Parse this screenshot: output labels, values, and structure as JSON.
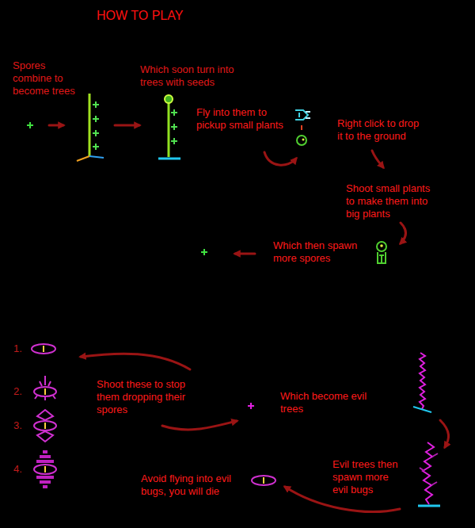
{
  "diagram": {
    "title": "HOW TO PLAY",
    "labels": [
      "Spores combine to become trees",
      "Which soon turn into trees with seeds",
      "Fly into them to pickup small plants",
      "Right click to drop it to the ground",
      "Shoot small plants to make them into big plants",
      "Which then spawn more spores",
      "1.",
      "2.",
      "3.",
      "4.",
      "Shoot these to stop them dropping their spores",
      "Which become evil trees",
      "Evil trees then spawn more evil bugs",
      "Avoid flying into evil bugs, you will die"
    ]
  }
}
